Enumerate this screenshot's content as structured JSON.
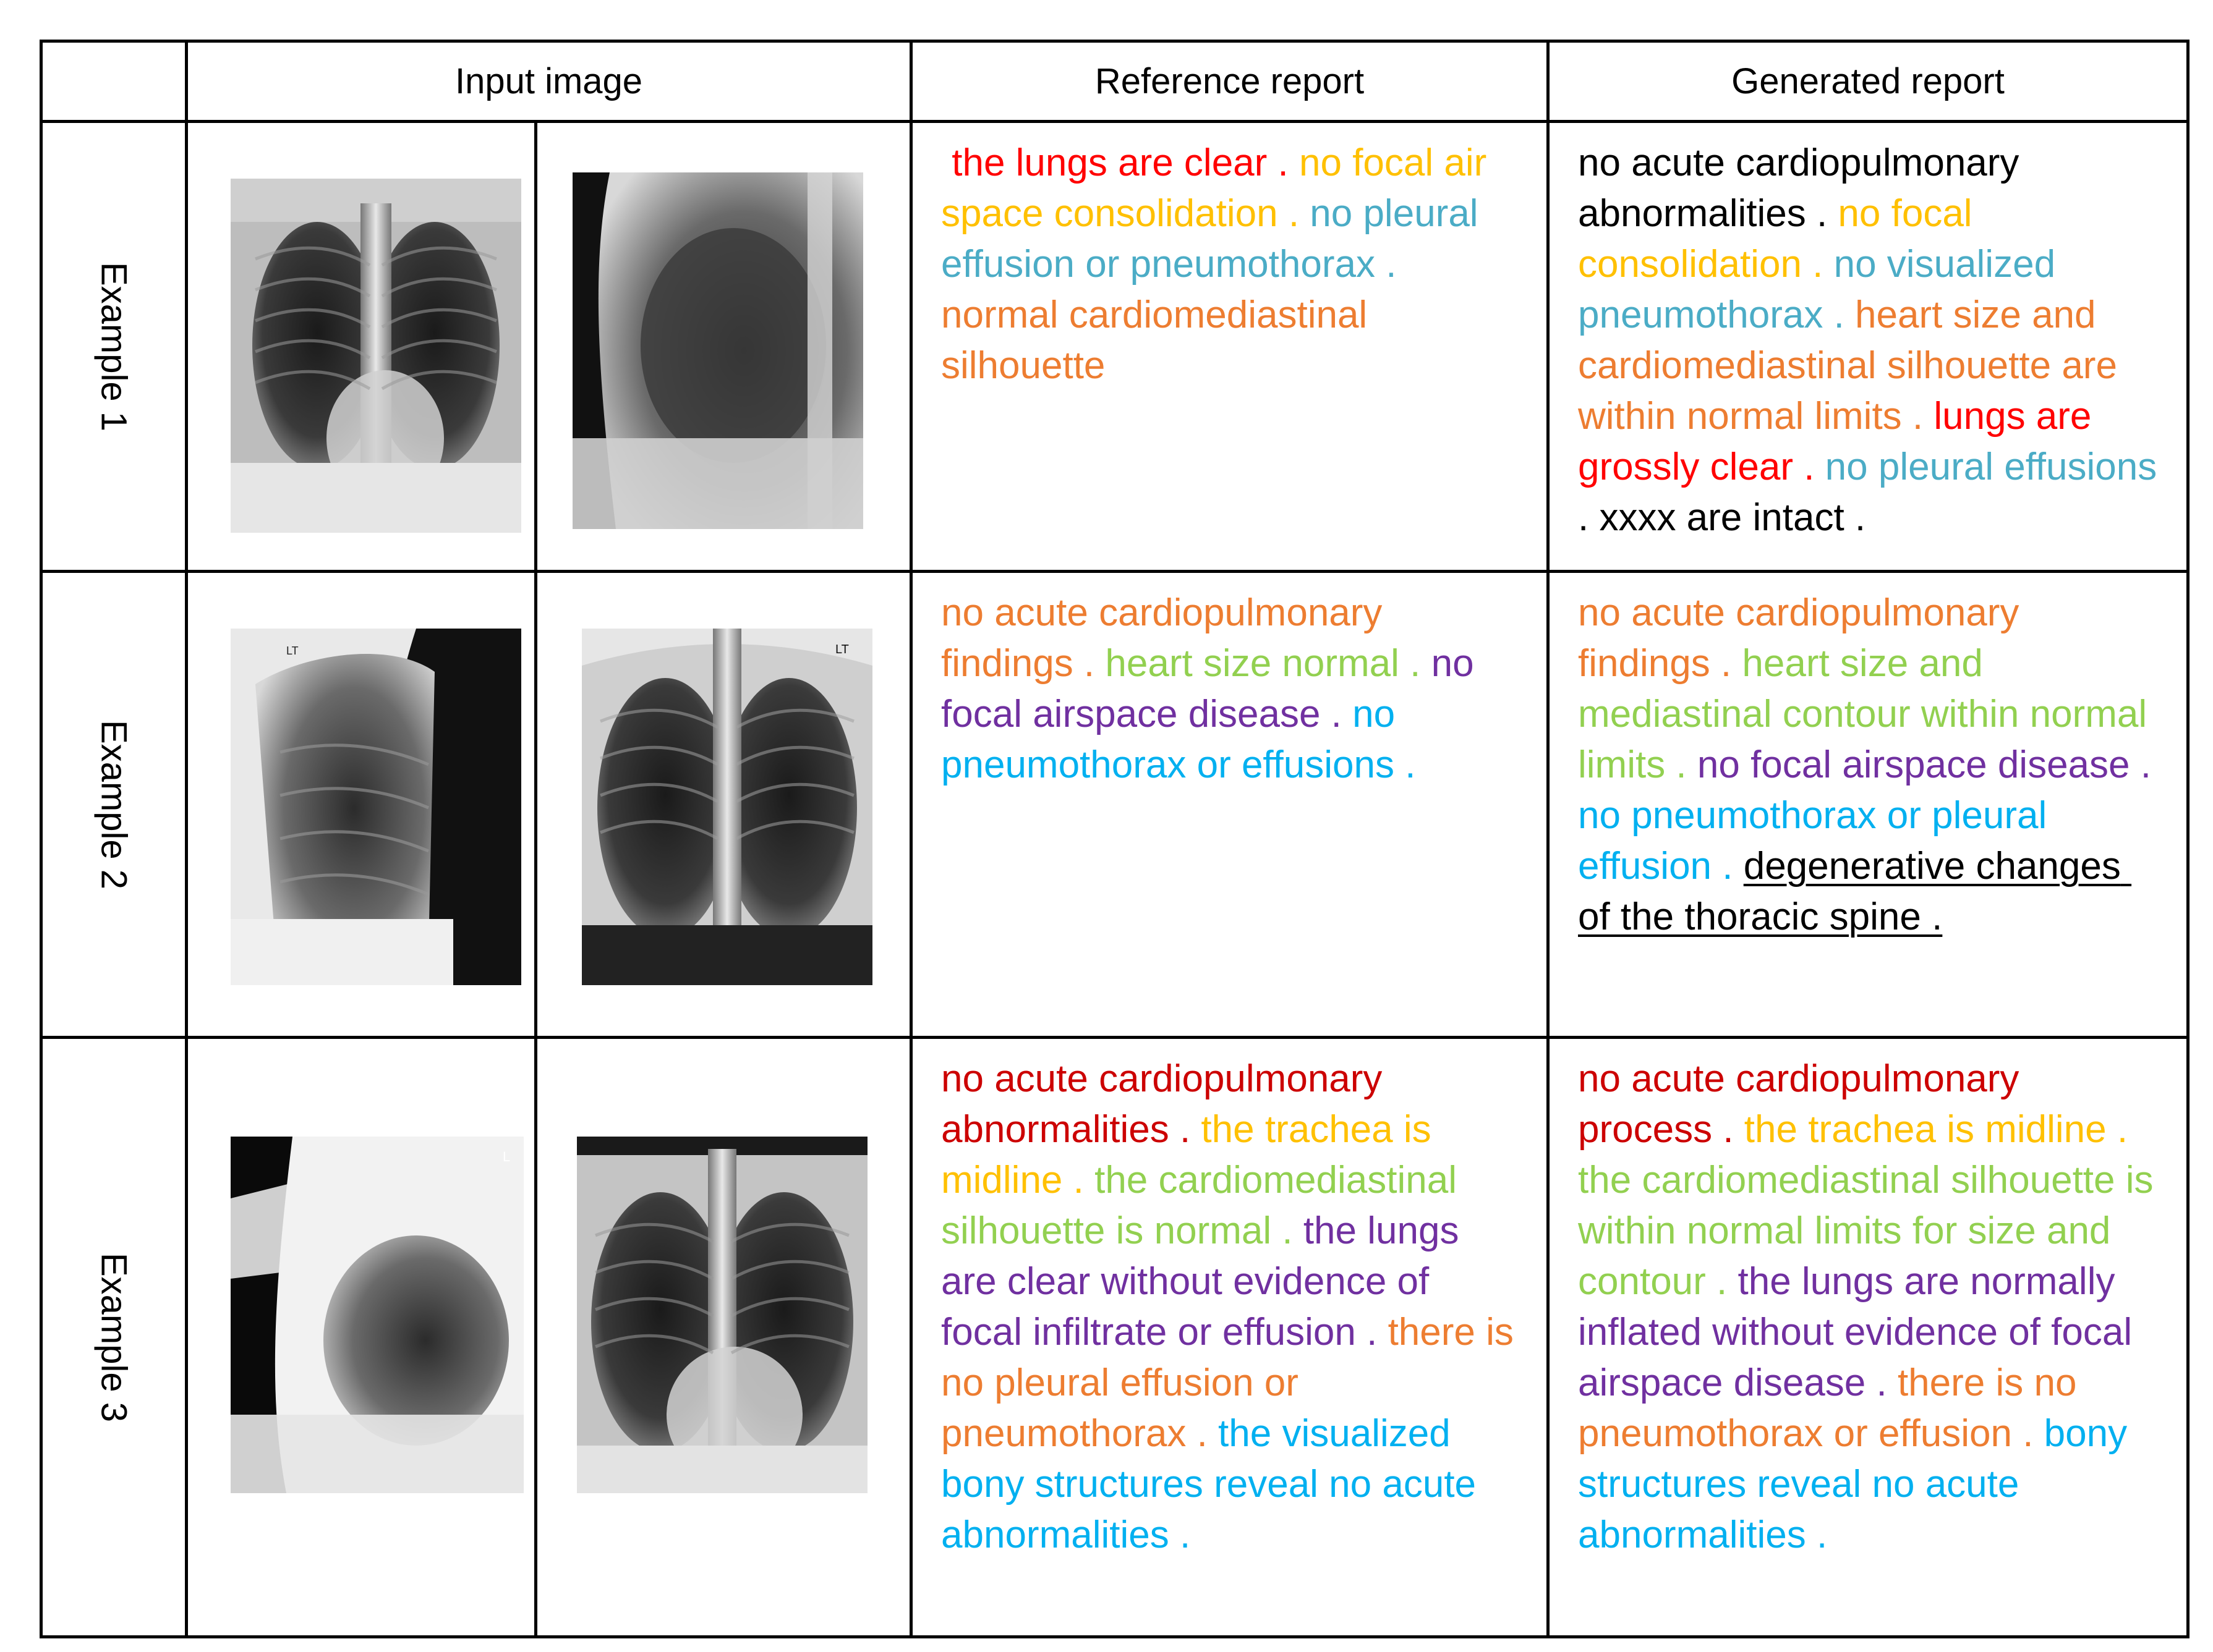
{
  "header": {
    "col_input": "Input image",
    "col_reference": "Reference report",
    "col_generated": "Generated report"
  },
  "colors": {
    "red": "#ff0000",
    "darkred": "#cc0000",
    "gold": "#ffc000",
    "orange": "#ed7d31",
    "teal": "#4bacc6",
    "green": "#92d050",
    "purple": "#7030a0",
    "blue": "#00b0f0",
    "black": "#000000"
  },
  "rows": [
    {
      "label": "Example 1",
      "images": [
        {
          "view": "frontal",
          "marker": ""
        },
        {
          "view": "lateral",
          "marker": ""
        }
      ],
      "reference": [
        {
          "text": " the lungs are clear . ",
          "color": "red"
        },
        {
          "text": "no focal air space consolidation . ",
          "color": "gold"
        },
        {
          "text": "no pleural effusion or pneumothorax . ",
          "color": "teal"
        },
        {
          "text": "normal cardiomediastinal silhouette",
          "color": "orange"
        }
      ],
      "generated": [
        {
          "text": "no acute cardiopulmonary abnormalities . ",
          "color": "black"
        },
        {
          "text": "no focal consolidation . ",
          "color": "gold"
        },
        {
          "text": "no visualized pneumothorax . ",
          "color": "teal"
        },
        {
          "text": "heart size and cardiomediastinal silhouette are within normal limits . ",
          "color": "orange"
        },
        {
          "text": "lungs are grossly clear . ",
          "color": "red"
        },
        {
          "text": "no pleural effusions ",
          "color": "teal"
        },
        {
          "text": ". xxxx are intact .",
          "color": "black"
        }
      ]
    },
    {
      "label": "Example 2",
      "images": [
        {
          "view": "lateral",
          "marker": "LT"
        },
        {
          "view": "frontal",
          "marker": "LT"
        }
      ],
      "reference": [
        {
          "text": "no acute cardiopulmonary findings . ",
          "color": "orange"
        },
        {
          "text": "heart size normal . ",
          "color": "green"
        },
        {
          "text": "no focal airspace disease . ",
          "color": "purple"
        },
        {
          "text": "no pneumothorax or effusions .",
          "color": "blue"
        }
      ],
      "generated": [
        {
          "text": "no acute cardiopulmonary findings . ",
          "color": "orange"
        },
        {
          "text": "heart size and mediastinal contour within normal limits . ",
          "color": "green"
        },
        {
          "text": "no focal airspace disease . ",
          "color": "purple"
        },
        {
          "text": "no pneumothorax or pleural effusion . ",
          "color": "blue"
        },
        {
          "text": "degenerative changes of the thoracic spine .",
          "color": "black",
          "underline": true
        }
      ]
    },
    {
      "label": "Example 3",
      "images": [
        {
          "view": "lateral",
          "marker": "L"
        },
        {
          "view": "frontal",
          "marker": ""
        }
      ],
      "reference": [
        {
          "text": "no acute cardiopulmonary abnormalities . ",
          "color": "darkred"
        },
        {
          "text": "the trachea is midline . ",
          "color": "gold"
        },
        {
          "text": "the cardiomediastinal silhouette is normal . ",
          "color": "green"
        },
        {
          "text": "the lungs are clear without evidence of focal infiltrate or effusion . ",
          "color": "purple"
        },
        {
          "text": "there is no pleural effusion or pneumothorax . ",
          "color": "orange"
        },
        {
          "text": "the visualized bony structures reveal no acute abnormalities .",
          "color": "blue"
        }
      ],
      "generated": [
        {
          "text": "no acute cardiopulmonary process . ",
          "color": "darkred"
        },
        {
          "text": "the trachea is midline . ",
          "color": "gold"
        },
        {
          "text": "the cardiomediastinal silhouette is within normal limits for size and contour . ",
          "color": "green"
        },
        {
          "text": "the lungs are normally inflated without evidence of focal airspace disease . ",
          "color": "purple"
        },
        {
          "text": "there is no pneumothorax or effusion . ",
          "color": "orange"
        },
        {
          "text": "bony structures reveal no acute abnormalities .",
          "color": "blue"
        }
      ]
    }
  ]
}
